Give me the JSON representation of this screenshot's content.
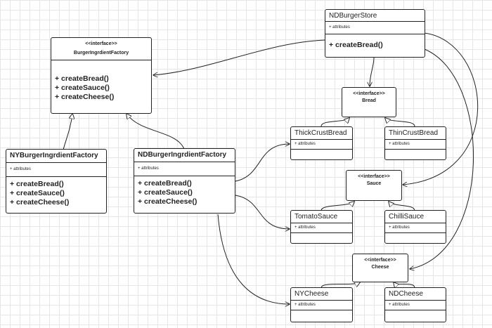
{
  "factory_interface": {
    "stereotype": "<<interface>>",
    "name": "BurgerIngrdientFactory",
    "methods": [
      "+ createBread()",
      "+ createSauce()",
      "+ createCheese()"
    ]
  },
  "store": {
    "name": "NDBurgerStore",
    "attributes": "+ attributes",
    "methods": [
      "+ createBread()"
    ]
  },
  "ny_factory": {
    "name": "NYBurgerIngrdientFactory",
    "attributes": "+ attributes",
    "methods": [
      "+ createBread()",
      "+ createSauce()",
      "+ createCheese()"
    ]
  },
  "nd_factory": {
    "name": "NDBurgerIngrdientFactory",
    "attributes": "+ attributes",
    "methods": [
      "+ createBread()",
      "+ createSauce()",
      "+ createCheese()"
    ]
  },
  "bread_interface": {
    "stereotype": "<<interface>>",
    "name": "Bread"
  },
  "sauce_interface": {
    "stereotype": "<<interface>>",
    "name": "Sauce"
  },
  "cheese_interface": {
    "stereotype": "<<interface>>",
    "name": "Cheese"
  },
  "thick_crust": {
    "name": "ThickCrustBread",
    "attributes": "+ attributes"
  },
  "thin_crust": {
    "name": "ThinCrustBread",
    "attributes": "+ attributes"
  },
  "tomato_sauce": {
    "name": "TomatoSauce",
    "attributes": "+ attributes"
  },
  "chilli_sauce": {
    "name": "ChilliSauce",
    "attributes": "+ attributes"
  },
  "ny_cheese": {
    "name": "NYCheese",
    "attributes": "+ attributes"
  },
  "nd_cheese": {
    "name": "NDCheese",
    "attributes": "+ attributes"
  }
}
